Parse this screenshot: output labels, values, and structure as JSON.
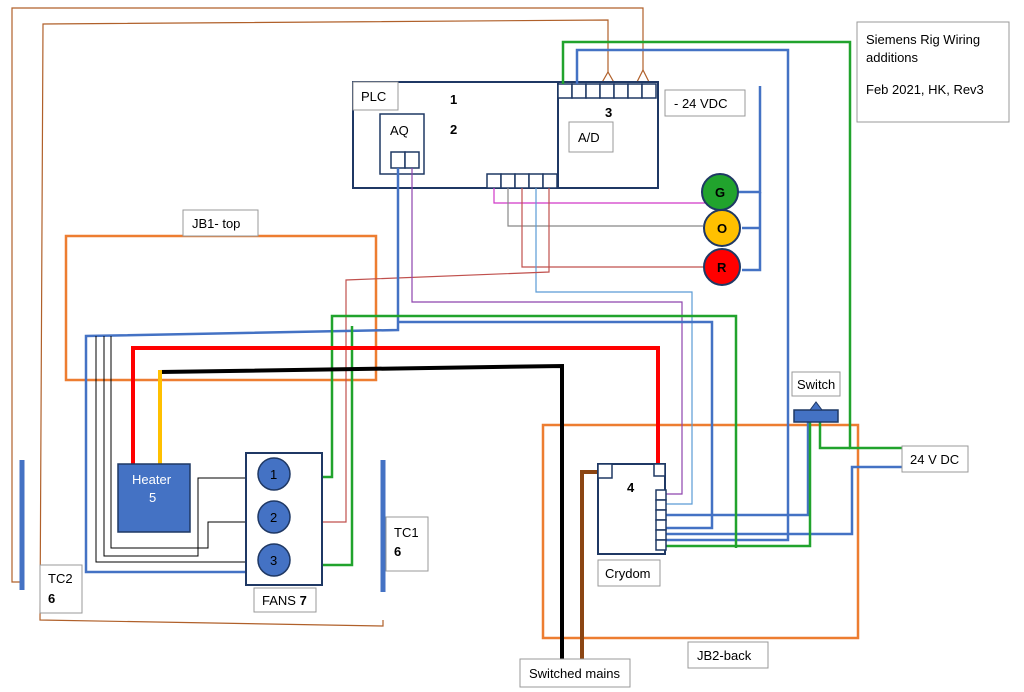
{
  "title_box": {
    "line1": "Siemens Rig Wiring",
    "line2": "additions",
    "line3": "Feb 2021, HK, Rev3"
  },
  "plc": {
    "label": "PLC",
    "num1": "1",
    "num2": "2",
    "aq_label": "AQ"
  },
  "ad": {
    "label": "A/D",
    "num": "3"
  },
  "supply_neg": "- 24 VDC",
  "lamps": {
    "green": "G",
    "orange": "O",
    "red": "R"
  },
  "jb1": "JB1- top",
  "jb2": "JB2-back",
  "heater": {
    "label": "Heater",
    "num": "5"
  },
  "fans": {
    "label": "FANS",
    "num": "7",
    "f1": "1",
    "f2": "2",
    "f3": "3"
  },
  "tc1": {
    "label": "TC1",
    "num": "6"
  },
  "tc2": {
    "label": "TC2",
    "num": "6"
  },
  "crydom": {
    "label": "Crydom",
    "num": "4"
  },
  "switch_label": "Switch",
  "supply_pos": "24 V DC",
  "mains": "Switched mains",
  "colors": {
    "box_navy": "#1f3864",
    "wire_blue": "#4472c4",
    "wire_green": "#21a32d",
    "wire_red": "#ff0000",
    "wire_black": "#000000",
    "wire_orange_box": "#ed7d31",
    "wire_brown": "#a0522d",
    "wire_yellow": "#ffc000",
    "lamp_green": "#21a32d",
    "lamp_orange": "#ffc000",
    "lamp_red": "#ff0000",
    "heater_fill": "#4472c4"
  }
}
